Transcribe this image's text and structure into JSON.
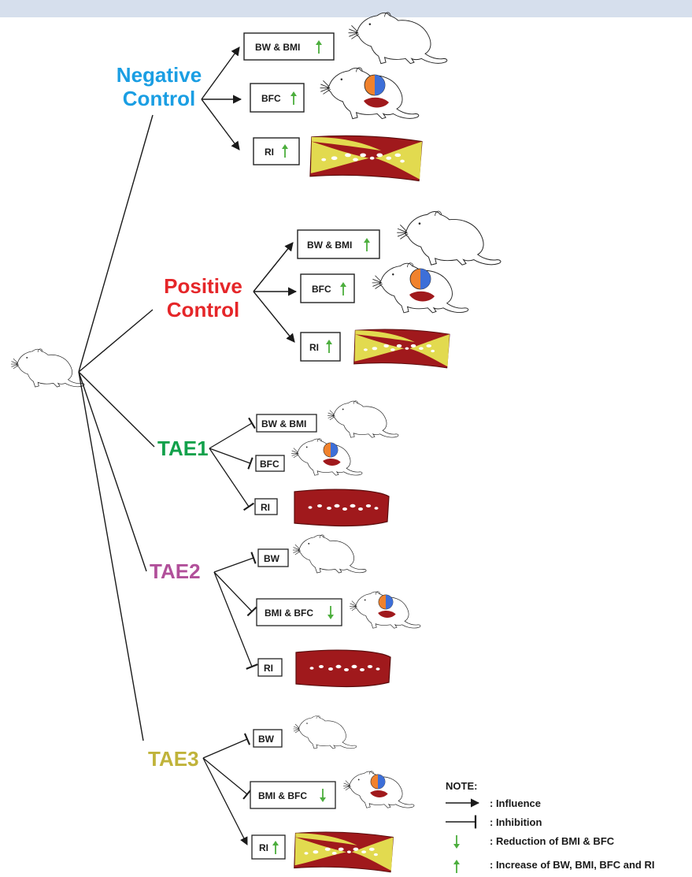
{
  "colors": {
    "negative": "#1a9ee3",
    "positive": "#e52629",
    "tae1": "#12a14b",
    "tae2": "#b1509a",
    "tae3": "#c0b33a",
    "arrow_up": "#4cae3d",
    "vessel_fat": "#e2da4f",
    "vessel_muscle": "#a0191c",
    "fat_orange": "#f0822d",
    "fat_blue": "#3d6fd8",
    "banner": "#d6dfed"
  },
  "groups": {
    "negative": {
      "line1": "Negative",
      "line2": "Control",
      "items": [
        {
          "label": "BW & BMI",
          "arrow": "up",
          "icon": "rat-icon"
        },
        {
          "label": "BFC",
          "arrow": "up",
          "icon": "rat-fat-icon"
        },
        {
          "label": "RI",
          "arrow": "up",
          "icon": "vessel-fat-icon"
        }
      ]
    },
    "positive": {
      "line1": "Positive",
      "line2": "Control",
      "items": [
        {
          "label": "BW & BMI",
          "arrow": "up",
          "icon": "rat-icon"
        },
        {
          "label": "BFC",
          "arrow": "up",
          "icon": "rat-fat-icon"
        },
        {
          "label": "RI",
          "arrow": "up",
          "icon": "vessel-fat-icon"
        }
      ]
    },
    "tae1": {
      "line1": "TAE1",
      "items": [
        {
          "label": "BW & BMI",
          "arrow": "none",
          "icon": "rat-icon"
        },
        {
          "label": "BFC",
          "arrow": "none",
          "icon": "rat-fat-icon"
        },
        {
          "label": "RI",
          "arrow": "none",
          "icon": "vessel-clean-icon"
        }
      ]
    },
    "tae2": {
      "line1": "TAE2",
      "items": [
        {
          "label": "BW",
          "arrow": "none",
          "icon": "rat-icon"
        },
        {
          "label": "BMI & BFC",
          "arrow": "down",
          "icon": "rat-fat-icon"
        },
        {
          "label": "RI",
          "arrow": "none",
          "icon": "vessel-clean-icon"
        }
      ]
    },
    "tae3": {
      "line1": "TAE3",
      "items": [
        {
          "label": "BW",
          "arrow": "none",
          "icon": "rat-icon"
        },
        {
          "label": "BMI & BFC",
          "arrow": "down",
          "icon": "rat-fat-icon"
        },
        {
          "label": "RI",
          "arrow": "up",
          "icon": "vessel-fat-icon"
        }
      ]
    }
  },
  "note": {
    "title": "NOTE:",
    "influence": ": Influence",
    "inhibition": ": Inhibition",
    "reduction": ": Reduction of BMI & BFC",
    "increase": ": Increase of BW, BMI, BFC and RI"
  }
}
